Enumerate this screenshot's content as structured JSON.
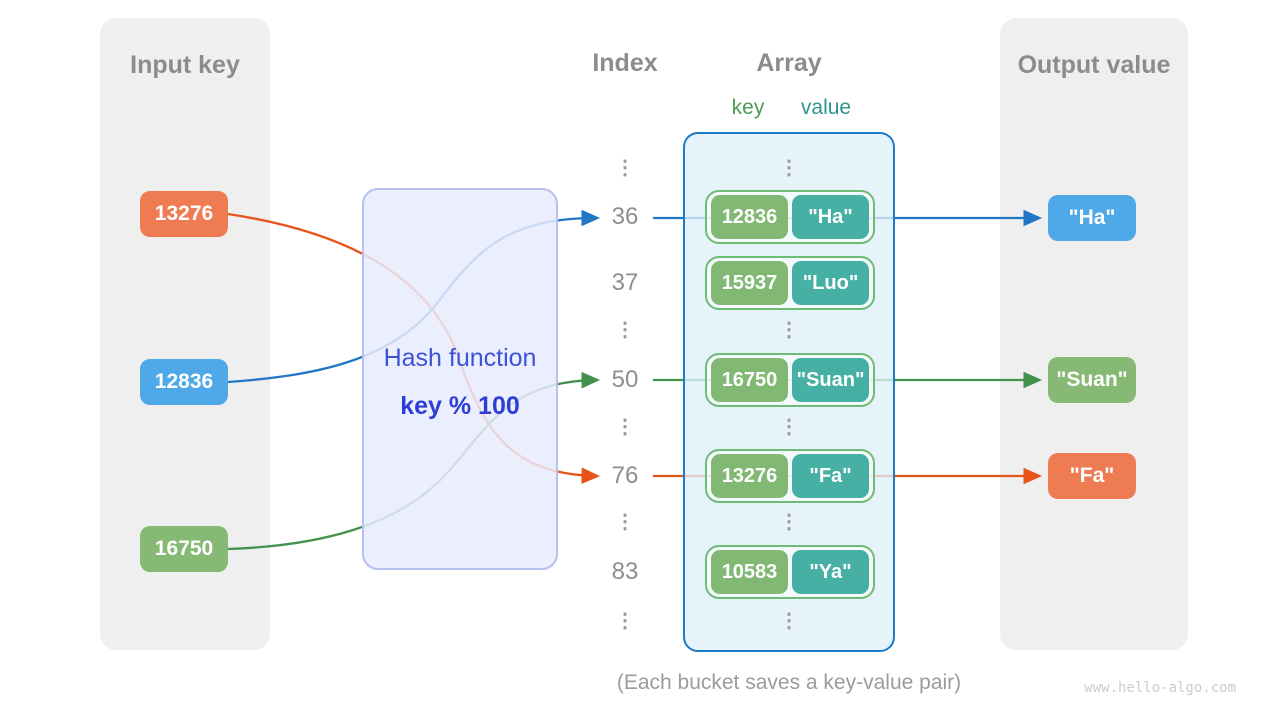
{
  "input_panel": {
    "title": "Input key",
    "keys": [
      "13276",
      "12836",
      "16750"
    ]
  },
  "hash_box": {
    "title": "Hash function",
    "formula": "key % 100"
  },
  "index_column": {
    "title": "Index",
    "ellipsis": "⋮",
    "rows": [
      "36",
      "37",
      "50",
      "76",
      "83"
    ]
  },
  "array_panel": {
    "title": "Array",
    "key_header": "key",
    "value_header": "value",
    "buckets": [
      {
        "key": "12836",
        "value": "\"Ha\""
      },
      {
        "key": "15937",
        "value": "\"Luo\""
      },
      {
        "key": "16750",
        "value": "\"Suan\""
      },
      {
        "key": "13276",
        "value": "\"Fa\""
      },
      {
        "key": "10583",
        "value": "\"Ya\""
      }
    ]
  },
  "output_panel": {
    "title": "Output value",
    "values": [
      "\"Ha\"",
      "\"Suan\"",
      "\"Fa\""
    ]
  },
  "caption": "(Each bucket saves a key-value pair)",
  "watermark": "www.hello-algo.com",
  "colors": {
    "panel_gray": "#efefef",
    "pill_orange": "#ee7b51",
    "pill_blue": "#4fa8e8",
    "pill_green": "#85b974",
    "pill_teal": "#46b0a5",
    "bucket_border_green": "#6cbc72",
    "array_border_blue": "#1e7ac6",
    "hash_fill": "#e7ebfc",
    "hash_text_blue": "#3c53d8",
    "line_blue": "#2176c5",
    "line_green": "#43914a",
    "line_orange": "#e8531a",
    "gray_text": "#8c8c8c"
  }
}
